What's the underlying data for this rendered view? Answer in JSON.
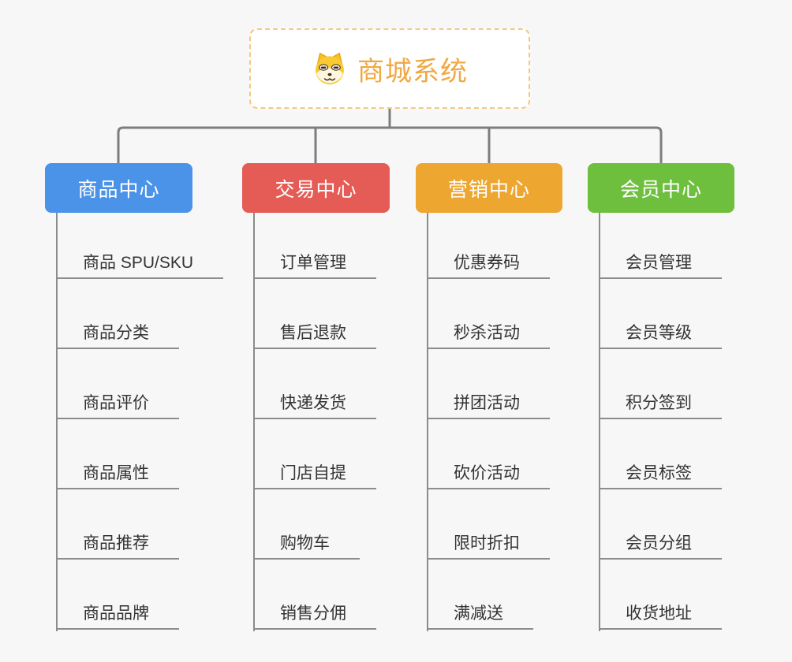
{
  "root": {
    "title": "商城系统",
    "icon": "dog-face-icon"
  },
  "branches": [
    {
      "label": "商品中心",
      "color": "#4b93e8",
      "items": [
        "商品 SPU/SKU",
        "商品分类",
        "商品评价",
        "商品属性",
        "商品推荐",
        "商品品牌"
      ]
    },
    {
      "label": "交易中心",
      "color": "#e55b55",
      "items": [
        "订单管理",
        "售后退款",
        "快递发货",
        "门店自提",
        "购物车",
        "销售分佣"
      ]
    },
    {
      "label": "营销中心",
      "color": "#eda62f",
      "items": [
        "优惠券码",
        "秒杀活动",
        "拼团活动",
        "砍价活动",
        "限时折扣",
        "满减送"
      ]
    },
    {
      "label": "会员中心",
      "color": "#6fbf3f",
      "items": [
        "会员管理",
        "会员等级",
        "积分签到",
        "会员标签",
        "会员分组",
        "收货地址"
      ]
    }
  ],
  "colors": {
    "background": "#f7f7f7",
    "connector": "#7d7d7d",
    "item_line": "#8c8c8c",
    "item_text": "#333333",
    "root_text": "#f0a843",
    "root_border": "#f5c87f"
  }
}
